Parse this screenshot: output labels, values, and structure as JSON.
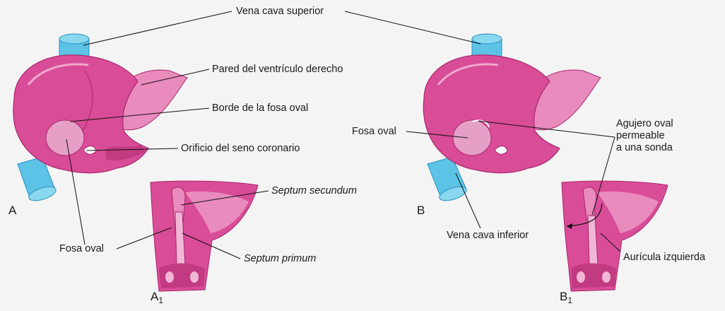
{
  "labels": {
    "vena_cava_superior": "Vena cava superior",
    "pared_ventriculo_derecho": "Pared del ventrículo derecho",
    "borde_fosa_oval": "Borde de la fosa oval",
    "orificio_seno_coronario": "Orificio del seno coronario",
    "septum_secundum": "Septum secundum",
    "septum_primum": "Septum primum",
    "fosa_oval_a": "Fosa oval",
    "fosa_oval_b": "Fosa oval",
    "agujero_oval_line1": "Agujero oval",
    "agujero_oval_line2": "permeable",
    "agujero_oval_line3": "a una sonda",
    "vena_cava_inferior": "Vena cava inferior",
    "auricula_izquierda": "Aurícula izquierda"
  },
  "panels": {
    "a": "A",
    "a1_main": "A",
    "a1_sub": "1",
    "b": "B",
    "b1_main": "B",
    "b1_sub": "1"
  },
  "colors": {
    "heart": "#d94c98",
    "heart_dark": "#a8276c",
    "heart_light": "#e98bbd",
    "fossa": "#e6a0c8",
    "vessel": "#5cc3e6",
    "vessel_dark": "#2b8fbf",
    "background": "#f4f4f4"
  }
}
